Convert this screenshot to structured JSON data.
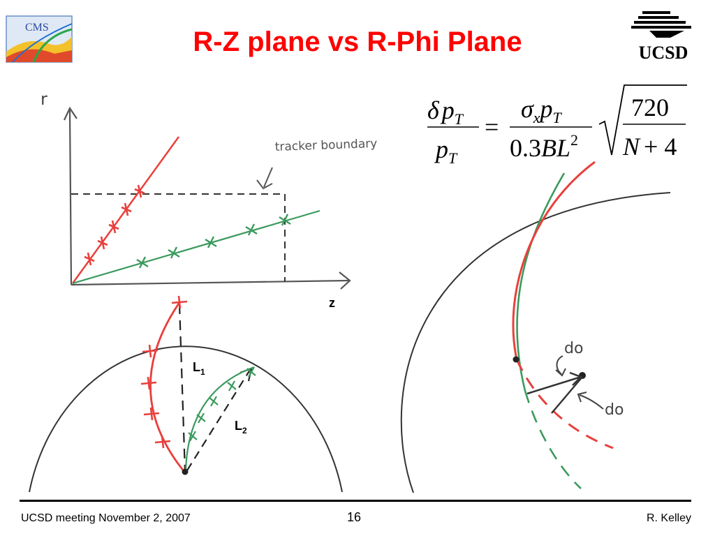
{
  "slide": {
    "title": "R-Z plane vs R-Phi Plane"
  },
  "logos": {
    "left": "CMS",
    "right": "UCSD"
  },
  "rz_plot": {
    "axis_r_label": "r",
    "axis_z_label": "z",
    "annotation": "tracker boundary"
  },
  "rphi_left": {
    "label_l1": "L",
    "label_l1_sub": "1",
    "label_l2": "L",
    "label_l2_sub": "2"
  },
  "rphi_right": {
    "label_do_top": "do",
    "label_do_bottom": "do"
  },
  "formula": {
    "delta": "δ",
    "p": "p",
    "T": "T",
    "equals": "=",
    "sigma": "σ",
    "x": "x",
    "denominator_1": "0.3",
    "BL": "BL",
    "exp_2": "2",
    "num_720": "720",
    "N": "N",
    "plus4": "+ 4"
  },
  "colors": {
    "title": "#ff0000",
    "red_track": "#e8403c",
    "green_track": "#3a9a5c"
  },
  "footer": {
    "left": "UCSD meeting November 2, 2007",
    "page": "16",
    "right": "R. Kelley"
  }
}
